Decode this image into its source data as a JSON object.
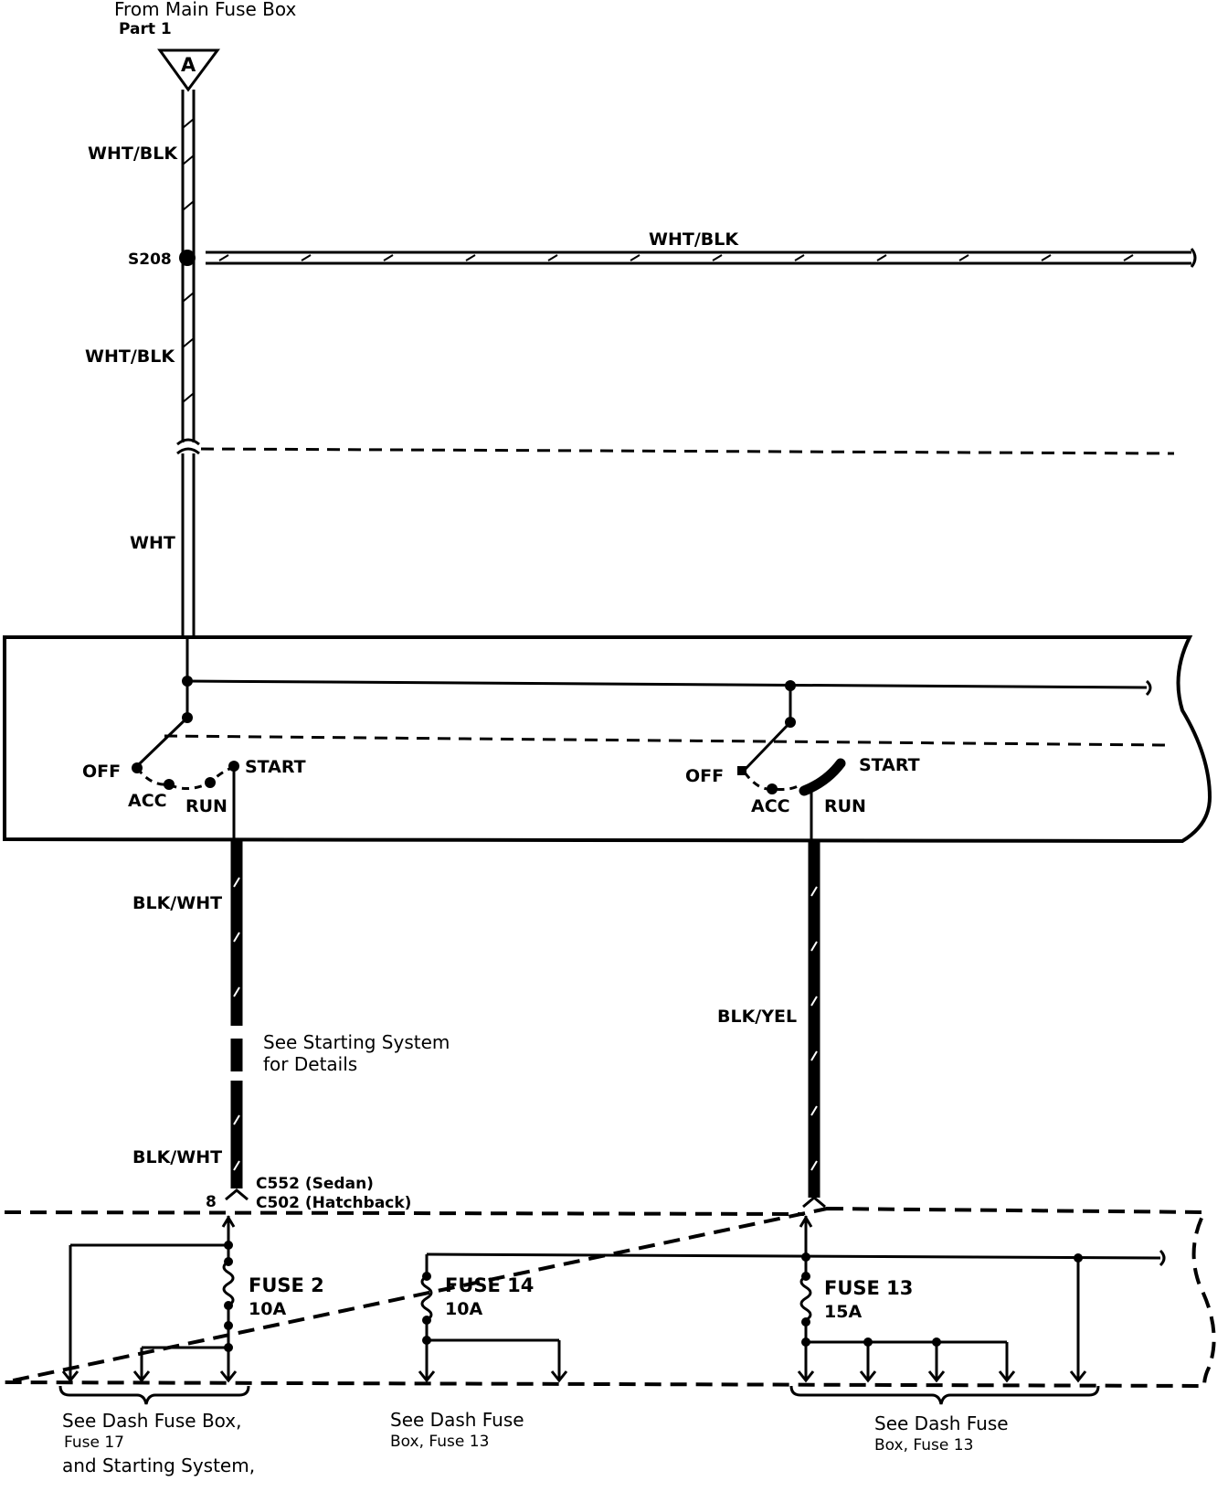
{
  "header": {
    "source": "From Main Fuse Box",
    "part": "Part 1",
    "connector_letter": "A"
  },
  "wires": {
    "top_1": "WHT/BLK",
    "splice": "S208",
    "horizontal": "WHT/BLK",
    "top_2": "WHT/BLK",
    "wht": "WHT",
    "left_down_1": "BLK/WHT",
    "left_down_2": "BLK/WHT",
    "right_down": "BLK/YEL"
  },
  "switch_left": {
    "off": "OFF",
    "acc": "ACC",
    "run": "RUN",
    "start": "START"
  },
  "switch_right": {
    "off": "OFF",
    "acc": "ACC",
    "run": "RUN",
    "start": "START"
  },
  "starting_note": {
    "line1": "See Starting System",
    "line2": "for Details"
  },
  "connector": {
    "pin": "8",
    "sedan": "C552 (Sedan)",
    "hatch": "C502 (Hatchback)"
  },
  "fuses": [
    {
      "name": "FUSE 2",
      "rating": "10A"
    },
    {
      "name": "FUSE 14",
      "rating": "10A"
    },
    {
      "name": "FUSE 13",
      "rating": "15A"
    }
  ],
  "notes": {
    "left_line1": "See Dash Fuse Box,",
    "left_line2": "Fuse 17",
    "left_line3": "and Starting System,",
    "mid_line1": "See Dash Fuse",
    "mid_line2": "Box, Fuse 13",
    "right_line1": "See Dash Fuse",
    "right_line2": "Box, Fuse 13"
  }
}
